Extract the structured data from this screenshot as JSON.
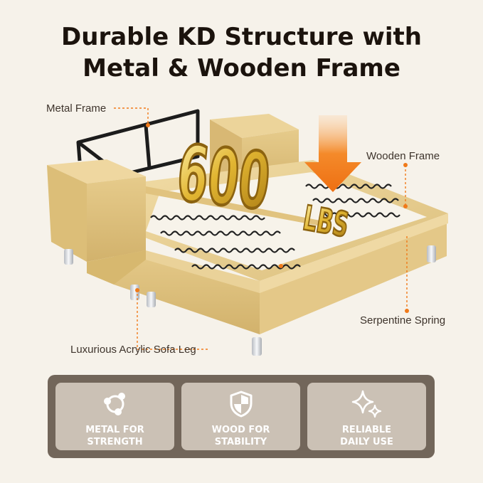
{
  "title": {
    "line1": "Durable KD Structure with",
    "line2": "Metal & Wooden Frame"
  },
  "weight": {
    "number": "600",
    "unit": "LBS"
  },
  "callouts": {
    "metal_frame": "Metal Frame",
    "wooden_frame": "Wooden Frame",
    "serpentine_spring": "Serpentine Spring",
    "sofa_leg": "Luxurious Acrylic Sofa Leg"
  },
  "features": [
    {
      "icon": "molecule-icon",
      "line1": "METAL FOR",
      "line2": "STRENGTH"
    },
    {
      "icon": "shield-icon",
      "line1": "WOOD FOR",
      "line2": "STABILITY"
    },
    {
      "icon": "sparkle-icon",
      "line1": "RELIABLE",
      "line2": "DAILY USE"
    }
  ],
  "colors": {
    "accent": "#f07a1a",
    "wood": "#e8cf92",
    "gold": "#d9ae2e",
    "panel": "#72665a",
    "card": "#cbc1b5"
  }
}
